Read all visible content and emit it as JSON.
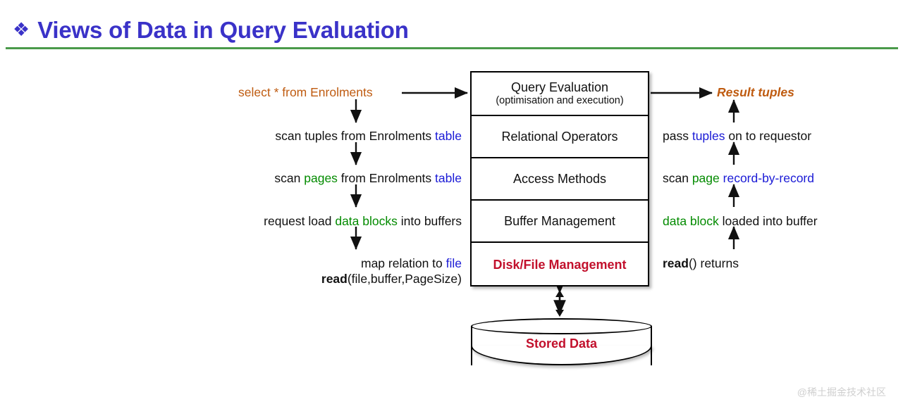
{
  "slide": {
    "title": "Views of Data in Query Evaluation",
    "bullet_glyph": "❖",
    "title_color": "#3a32c8",
    "rule_color": "#4a9a4a",
    "watermark": "@稀土掘金技术社区"
  },
  "colors": {
    "accent_orange": "#bf5b10",
    "accent_blue": "#1a1ad6",
    "accent_green": "#038b00",
    "accent_crimson": "#c2102c",
    "title_blue": "#3a32c8",
    "rule_green": "#4a9a4a",
    "ink": "#111111"
  },
  "endpoints": {
    "query": "select * from Enrolments",
    "result": "Result tuples"
  },
  "stack": {
    "rows": [
      {
        "main": "Query Evaluation",
        "sub": "(optimisation and execution)",
        "danger": false
      },
      {
        "main": "Relational Operators",
        "sub": "",
        "danger": false
      },
      {
        "main": "Access Methods",
        "sub": "",
        "danger": false
      },
      {
        "main": "Buffer Management",
        "sub": "",
        "danger": false
      },
      {
        "main": "Disk/File Management",
        "sub": "",
        "danger": true
      }
    ]
  },
  "storage": {
    "label": "Stored Data"
  },
  "left_labels": [
    {
      "text": "scan tuples from Enrolments table",
      "tokens": [
        {
          "t": "scan tuples from Enrolments ",
          "c": "ink"
        },
        {
          "t": "table",
          "c": "blue"
        }
      ]
    },
    {
      "text": "scan pages from Enrolments table",
      "tokens": [
        {
          "t": "scan ",
          "c": "ink"
        },
        {
          "t": "pages",
          "c": "green"
        },
        {
          "t": " from Enrolments ",
          "c": "ink"
        },
        {
          "t": "table",
          "c": "blue"
        }
      ]
    },
    {
      "text": "request load data blocks into buffers",
      "tokens": [
        {
          "t": "request load ",
          "c": "ink"
        },
        {
          "t": "data blocks",
          "c": "green"
        },
        {
          "t": " into buffers",
          "c": "ink"
        }
      ]
    },
    {
      "text": "map relation to file",
      "tokens": [
        {
          "t": "map relation to ",
          "c": "ink"
        },
        {
          "t": "file",
          "c": "blue"
        }
      ]
    },
    {
      "text": "read(file,buffer,PageSize)",
      "tokens": [
        {
          "t": "read",
          "c": "bold"
        },
        {
          "t": "(file,buffer,PageSize)",
          "c": "ink"
        }
      ]
    }
  ],
  "right_labels": [
    {
      "text": "pass tuples on to requestor",
      "tokens": [
        {
          "t": "pass ",
          "c": "ink"
        },
        {
          "t": "tuples",
          "c": "blue"
        },
        {
          "t": " on to requestor",
          "c": "ink"
        }
      ]
    },
    {
      "text": "scan page record-by-record",
      "tokens": [
        {
          "t": "scan ",
          "c": "ink"
        },
        {
          "t": "page",
          "c": "green"
        },
        {
          "t": " ",
          "c": "ink"
        },
        {
          "t": "record-by-record",
          "c": "blue"
        }
      ]
    },
    {
      "text": "data block loaded into buffer",
      "tokens": [
        {
          "t": "data block",
          "c": "green"
        },
        {
          "t": " loaded into buffer",
          "c": "ink"
        }
      ]
    },
    {
      "text": "read() returns",
      "tokens": [
        {
          "t": "read",
          "c": "bold"
        },
        {
          "t": "() returns",
          "c": "ink"
        }
      ]
    }
  ]
}
